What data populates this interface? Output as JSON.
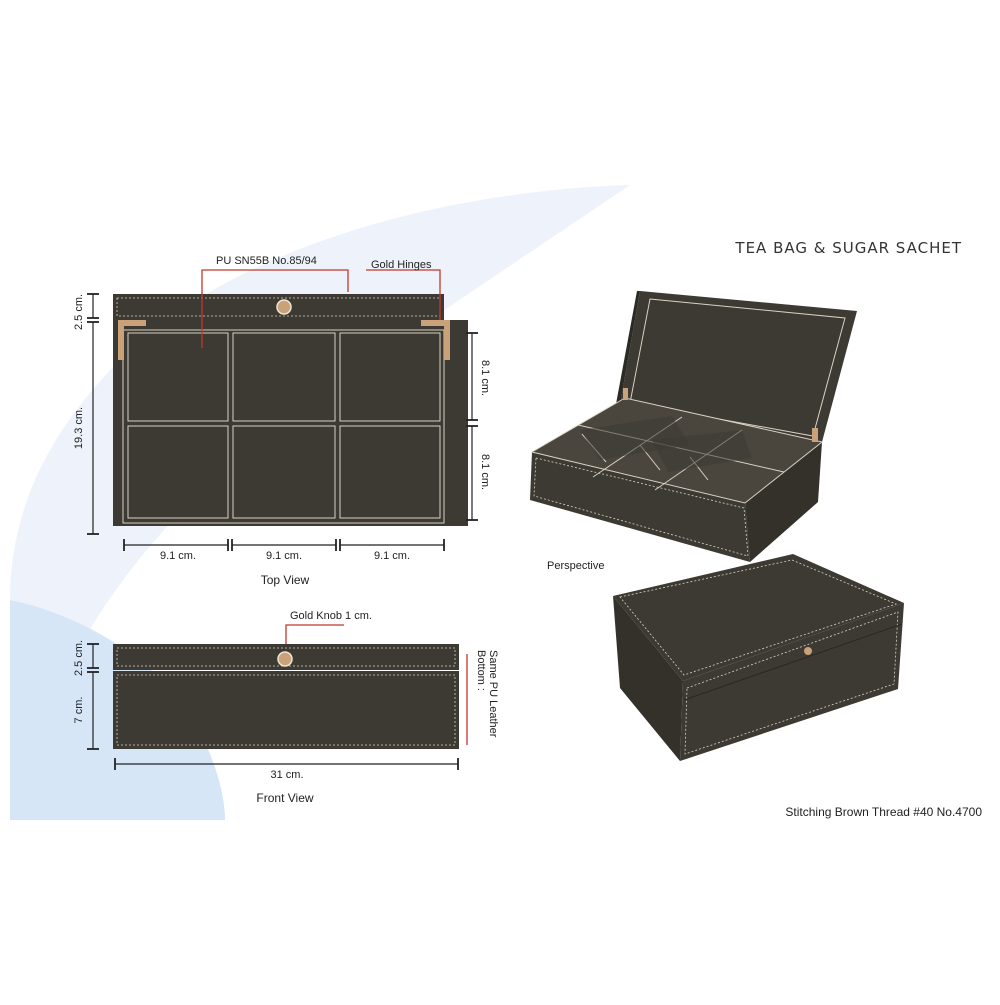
{
  "title": "TEA BAG & SUGAR SACHET",
  "labels": {
    "material": "PU SN55B No.85/94",
    "hinges": "Gold Hinges",
    "knob": "Gold Knob 1 cm.",
    "bottom_line1": "Bottom :",
    "bottom_line2": "Same PU Leather",
    "stitching": "Stitching Brown Thread #40 No.4700"
  },
  "views": {
    "top": "Top View",
    "front": "Front View",
    "perspective": "Perspective"
  },
  "dimensions": {
    "top_lid": "2.5 cm.",
    "top_height": "19.3 cm.",
    "compartment_upper": "8.1 cm.",
    "compartment_lower": "8.1 cm.",
    "width_1": "9.1 cm.",
    "width_2": "9.1 cm.",
    "width_3": "9.1 cm.",
    "front_lid": "2.5 cm.",
    "front_body": "7 cm.",
    "front_width": "31 cm."
  },
  "colors": {
    "leather": "#3d3a33",
    "stitch": "#d8d2c4",
    "gold": "#c9a27a",
    "callout": "#c0392b",
    "background_swoosh": "#eef3fb",
    "background_swoosh_blue": "#d6e6f7"
  }
}
